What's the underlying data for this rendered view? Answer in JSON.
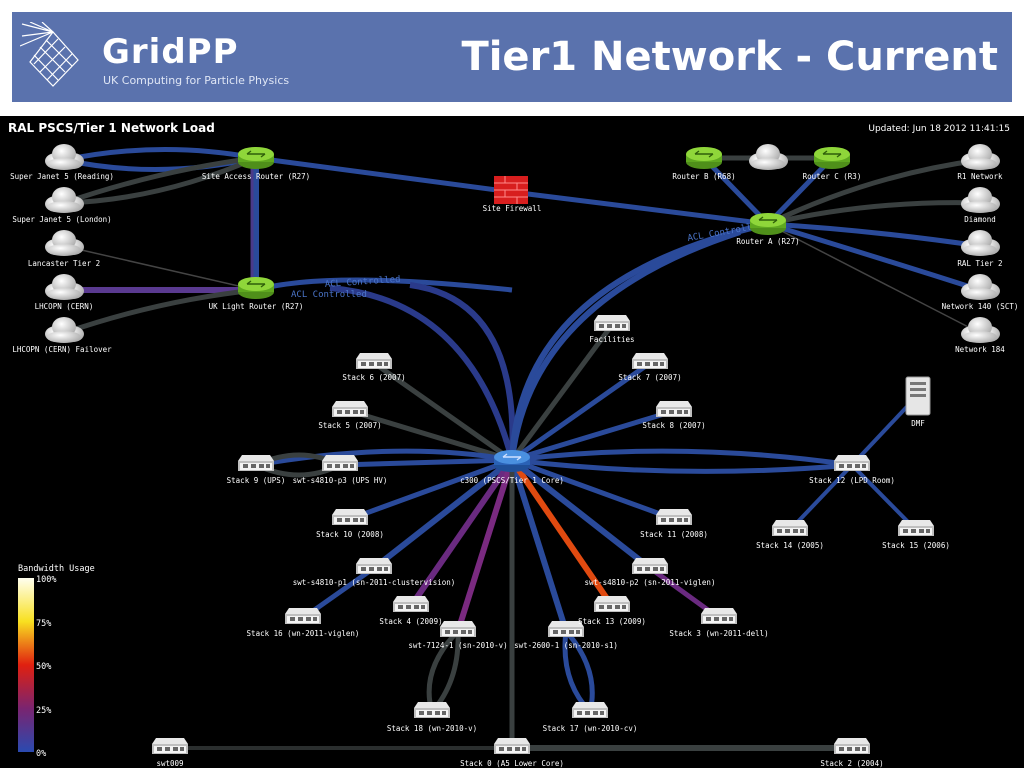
{
  "header": {
    "logo_name": "GridPP",
    "logo_subtitle": "UK Computing for Particle Physics",
    "slide_title": "Tier1 Network - Current"
  },
  "panel": {
    "title": "RAL PSCS/Tier 1 Network Load",
    "updated": "Updated: Jun 18 2012 11:41:15"
  },
  "legend": {
    "title": "Bandwidth Usage",
    "ticks": [
      "100%",
      "75%",
      "50%",
      "25%",
      "0%"
    ]
  },
  "link_labels": [
    "ACL Controlled",
    "ACL Controlled",
    "ACL Controlled"
  ],
  "colors": {
    "banner": "#5a72ad",
    "background": "#000000",
    "link_low": "#2a4a9a",
    "link_idle": "#3a4040",
    "link_mid": "#7a2a80",
    "link_high": "#e04a10",
    "router": "#7fc92a",
    "core_router": "#2f74c8",
    "firewall": "#e02020"
  },
  "nodes": {
    "super_janet_reading": "Super Janet 5 (Reading)",
    "super_janet_london": "Super Janet 5 (London)",
    "lancaster": "Lancaster Tier 2",
    "lhcopn": "LHCOPN (CERN)",
    "lhcopn_failover": "LHCOPN (CERN) Failover",
    "site_access_router": "Site Access Router (R27)",
    "uk_light_router": "UK Light Router (R27)",
    "site_firewall": "Site Firewall",
    "router_b": "Router B (R68)",
    "router_c": "Router C (R3)",
    "router_a": "Router A (R27)",
    "r1_network": "R1 Network",
    "diamond": "Diamond",
    "ral_tier2": "RAL Tier 2",
    "network_140": "Network 140 (SCT)",
    "network_184": "Network 184",
    "facilities": "Facilities",
    "stack6": "Stack 6 (2007)",
    "stack7": "Stack 7 (2007)",
    "stack5": "Stack 5 (2007)",
    "stack8": "Stack 8 (2007)",
    "dmf": "DMF",
    "stack9": "Stack 9 (UPS)",
    "sw_s4810_p3": "swt-s4810-p3 (UPS HV)",
    "core": "c300 (PSCS/Tier 1 Core)",
    "stack12": "Stack 12 (LPD Room)",
    "stack10": "Stack 10 (2008)",
    "stack11": "Stack 11 (2008)",
    "stack14": "Stack 14 (2005)",
    "stack15": "Stack 15 (2006)",
    "sw_s4810_p1": "swt-s4810-p1 (sn-2011-clustervision)",
    "sw_s4810_p2": "swt-s4810-p2 (sn-2011-viglen)",
    "stack4": "Stack 4 (2009)",
    "stack13": "Stack 13 (2009)",
    "stack16": "Stack 16 (wn-2011-viglen)",
    "stack3": "Stack 3 (wn-2011-dell)",
    "sw_7124_1": "swt-7124-1 (sn-2010-v)",
    "sw_2600_1": "swt-2600-1 (sn-2010-s1)",
    "stack18": "Stack 18 (wn-2010-v)",
    "stack17": "Stack 17 (wn-2010-cv)",
    "sw009": "swt009",
    "stack0": "Stack 0 (A5 Lower Core)",
    "stack2": "Stack 2 (2004)"
  }
}
